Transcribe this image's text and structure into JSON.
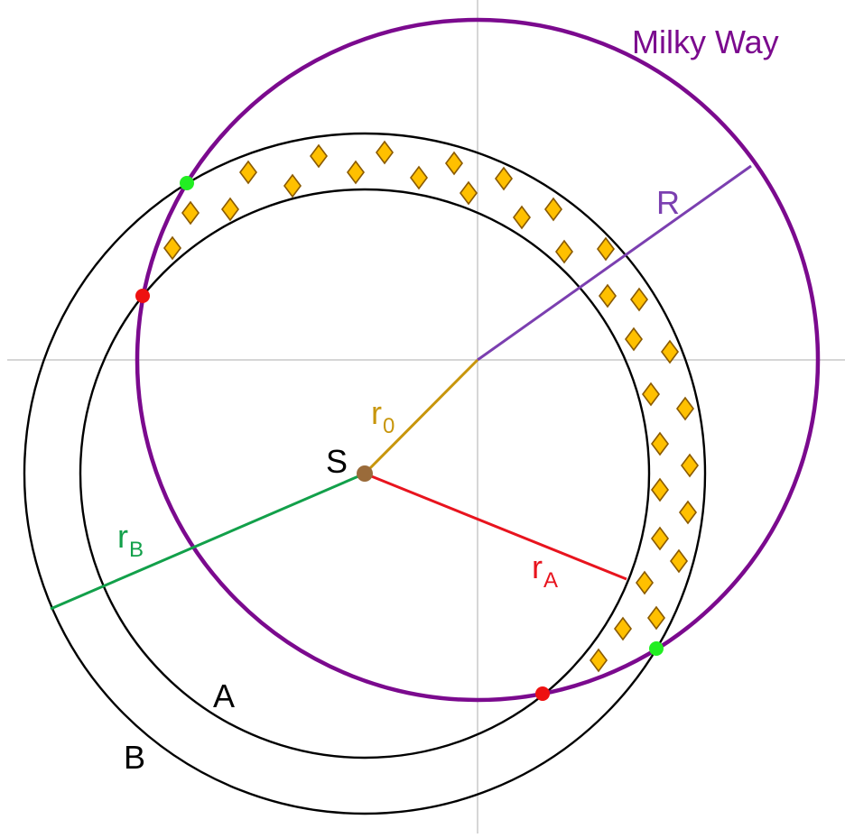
{
  "diagram": {
    "galaxy_label": "Milky Way",
    "sun_label": "S",
    "ring_labels": {
      "inner": "A",
      "outer": "B"
    },
    "radius_labels": {
      "R": {
        "main": "R",
        "sub": ""
      },
      "r0": {
        "main": "r",
        "sub": "0"
      },
      "rA": {
        "main": "r",
        "sub": "A"
      },
      "rB": {
        "main": "r",
        "sub": "B"
      }
    },
    "colors": {
      "galaxy": "#7B0A8E",
      "R": "#7B3FB0",
      "r0": "#C8960C",
      "rA": "#E8141E",
      "rB": "#12A04A",
      "ring": "#000000",
      "sun": "#9A6B3A",
      "diamond_fill": "#FFC000",
      "diamond_stroke": "#8A5A00",
      "axis": "#C8C8C8",
      "intersection_outer": "#22EE22",
      "intersection_inner": "#EE1111"
    },
    "marker_symbol": "diamond"
  }
}
